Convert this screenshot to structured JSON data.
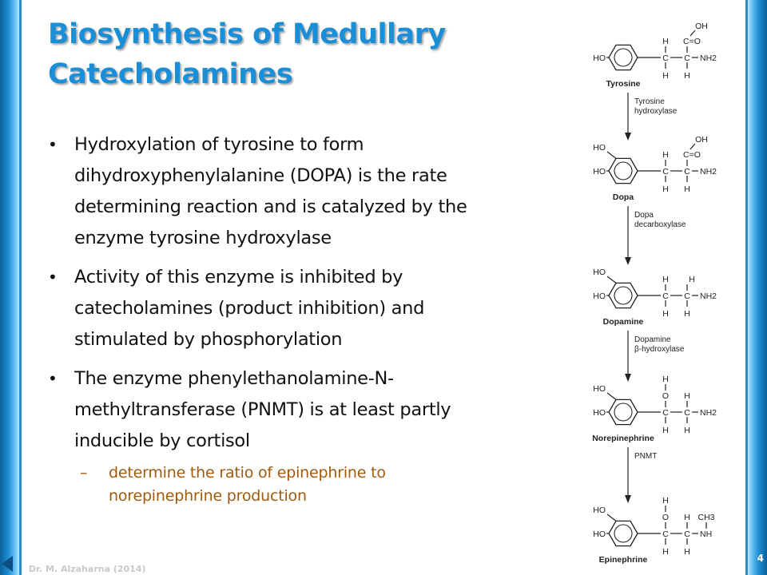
{
  "slide": {
    "title_lines": [
      "Biosynthesis  of  Medullary",
      "Catecholamines"
    ],
    "bullets": [
      "Hydroxylation of tyrosine to form dihydroxyphenylalanine (DOPA) is the rate determining reaction and is catalyzed by the enzyme tyrosine hydroxylase",
      "Activity of this enzyme is inhibited by catecholamines (product inhibition) and stimulated by phosphorylation",
      "The enzyme phenylethanolamine-N-methyltransferase (PNMT) is at least partly inducible by cortisol"
    ],
    "bullet_lines": [
      [
        "Hydroxylation of tyrosine to form",
        "dihydroxyphenylalanine (DOPA) is the rate",
        "determining reaction and is catalyzed by the",
        "enzyme tyrosine hydroxylase"
      ],
      [
        "Activity of this enzyme is inhibited by",
        "catecholamines (product inhibition) and",
        "stimulated by phosphorylation"
      ],
      [
        "The enzyme phenylethanolamine-N-",
        "methyltransferase (PNMT) is at least partly",
        "inducible by cortisol"
      ]
    ],
    "sub_bullet_lines": [
      "determine the ratio of epinephrine to",
      "norepinephrine production"
    ],
    "bullet_glyph": "•",
    "sub_bullet_glyph": "–",
    "footer": "Dr. M. Alzaharna (2014)",
    "page_number": "4"
  },
  "pathway": {
    "molecules": [
      {
        "name": "Tyrosine",
        "ring_substituents": [
          "HO"
        ],
        "side_chain": {
          "top_row": [
            "H",
            "C=O"
          ],
          "top_extra": "OH",
          "bottom_row": [
            "H",
            "H"
          ],
          "terminal": "NH2",
          "alpha_carbon": "C"
        }
      },
      {
        "name": "Dopa",
        "ring_substituents": [
          "HO",
          "HO"
        ],
        "side_chain": {
          "top_row": [
            "H",
            "C=O"
          ],
          "top_extra": "OH",
          "bottom_row": [
            "H",
            "H"
          ],
          "terminal": "NH2",
          "alpha_carbon": "C"
        }
      },
      {
        "name": "Dopamine",
        "ring_substituents": [
          "HO",
          "HO"
        ],
        "side_chain": {
          "top_row": [
            "H",
            "H"
          ],
          "top_extra": "",
          "bottom_row": [
            "H",
            "H"
          ],
          "terminal": "NH2",
          "alpha_carbon": "C"
        }
      },
      {
        "name": "Norepinephrine",
        "ring_substituents": [
          "HO",
          "HO"
        ],
        "side_chain": {
          "top_row": [
            "H",
            "H"
          ],
          "top_extra": "O",
          "bottom_row": [
            "H",
            "H"
          ],
          "terminal": "NH2",
          "alpha_carbon": "C"
        }
      },
      {
        "name": "Epinephrine",
        "ring_substituents": [
          "HO",
          "HO"
        ],
        "side_chain": {
          "top_row": [
            "H",
            "H"
          ],
          "top_extra": "O",
          "top_extra2": "CH3",
          "bottom_row": [
            "H",
            "H"
          ],
          "terminal": "NH",
          "alpha_carbon": "C"
        }
      }
    ],
    "enzymes": [
      [
        "Tyrosine",
        "hydroxylase"
      ],
      [
        "Dopa",
        "decarboxylase"
      ],
      [
        "Dopamine",
        "β-hydroxylase"
      ],
      [
        "PNMT"
      ]
    ]
  },
  "colors": {
    "title": "#1a8fd8",
    "sub_bullet": "#a05a0f",
    "edge": "#1f8fd6"
  }
}
